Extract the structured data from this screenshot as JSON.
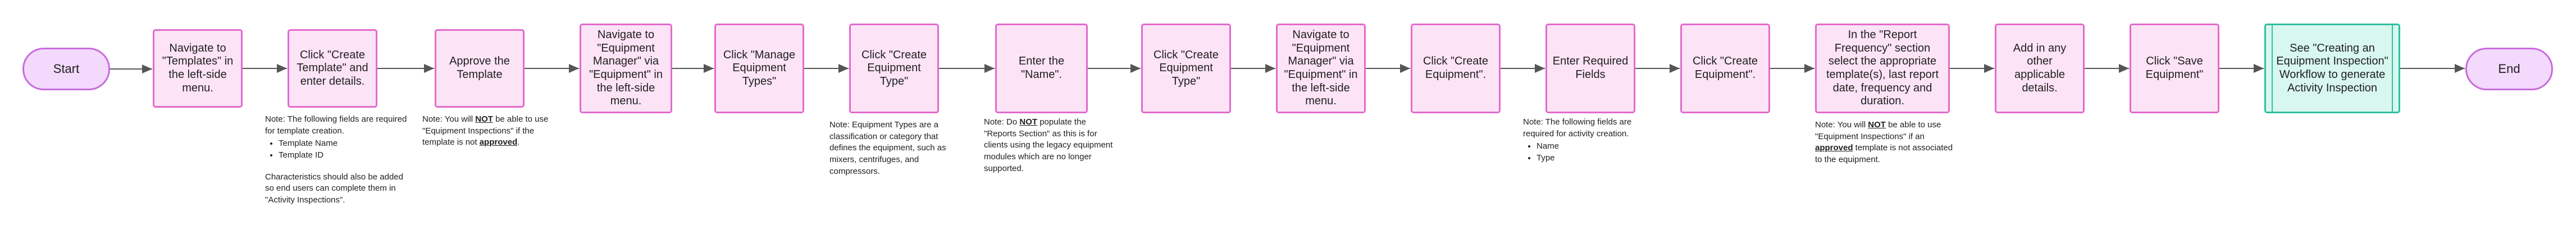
{
  "colors": {
    "step_fill": "#fce4f6",
    "step_border": "#e36acb",
    "terminal_fill": "#f3d9fb",
    "terminal_border": "#c86bdc",
    "final_fill": "#d8f7ef",
    "final_border": "#2fbfa0",
    "connector": "#555555"
  },
  "nodes": {
    "start": "Start",
    "n1": "Navigate to \"Templates\" in the left-side menu.",
    "n2": "Click \"Create Template\" and enter details.",
    "n3": "Approve the Template",
    "n4": "Navigate to \"Equipment Manager\" via \"Equipment\" in the left-side menu.",
    "n5": "Click \"Manage Equipment Types\"",
    "n6": "Click \"Create Equipment Type\"",
    "n7": "Enter the \"Name\".",
    "n8": "Click \"Create Equipment Type\"",
    "n9": "Navigate to \"Equipment Manager\" via \"Equipment\" in the left-side menu.",
    "n10": "Click \"Create Equipment\".",
    "n11": "Enter Required Fields",
    "n12": "Click \"Create Equipment\".",
    "n13": "In the \"Report Frequency\" section select the appropriate template(s), last report date, frequency and duration.",
    "n14": "Add in any other applicable details.",
    "n15": "Click \"Save Equipment\"",
    "n16": "See \"Creating an Equipment Inspection\" Workflow to generate Activity Inspection",
    "end": "End"
  },
  "notes": {
    "template_fields": {
      "intro": "Note: The following fields are required for template creation.",
      "items": [
        "Template Name",
        "Template ID"
      ],
      "extra": "Characteristics should also be added so end users can complete them in \"Activity Inspections\"."
    },
    "approval": {
      "p1": "Note: You will ",
      "b1": "NOT",
      "p2": " be able to use \"Equipment Inspections\" if the template is not ",
      "b2": "approved",
      "p3": "."
    },
    "equipment_types": "Note: Equipment Types are a classification or category that defines the equipment, such as mixers, centrifuges, and compressors.",
    "reports_section": {
      "p1": "Note: Do ",
      "b1": "NOT",
      "p2": " populate the \"Reports Section\" as this is for clients using the legacy equipment modules which are no longer supported."
    },
    "activity_fields": {
      "intro": "Note: The following fields are required for activity creation.",
      "items": [
        "Name",
        "Type"
      ]
    },
    "approved_template": {
      "p1": "Note: You will ",
      "b1": "NOT",
      "p2": " be able to use \"Equipment Inspections\" if an ",
      "b2": "approved",
      "p3": " template is not associated to the equipment."
    }
  }
}
